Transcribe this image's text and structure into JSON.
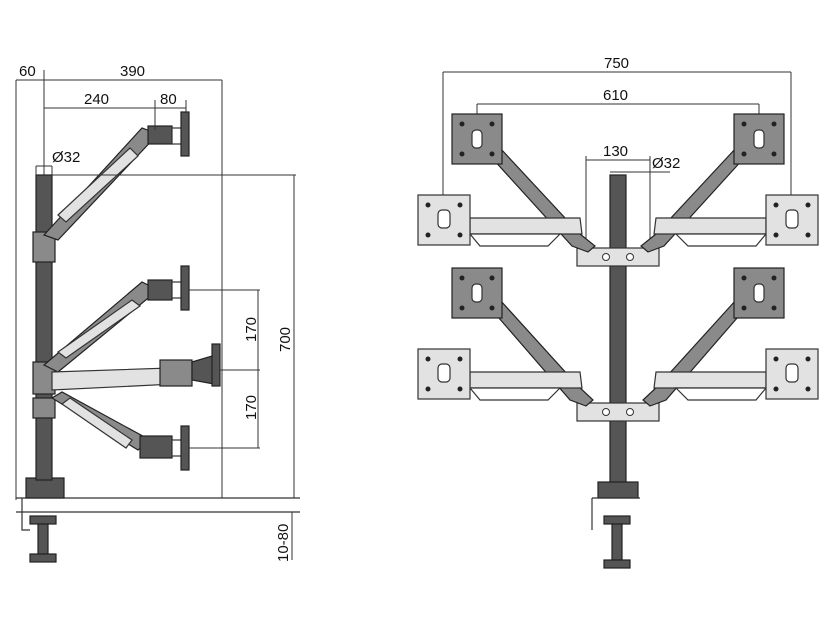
{
  "side_view": {
    "dims": {
      "offset": "60",
      "reach": "390",
      "arm": "240",
      "head": "80",
      "pole_diameter": "Ø32",
      "spacing_upper": "170",
      "spacing_lower": "170",
      "pole_height": "700",
      "desk_thickness": "10-80"
    }
  },
  "front_view": {
    "dims": {
      "outer_span": "750",
      "inner_span": "610",
      "bar_width": "130",
      "pole_diameter": "Ø32"
    }
  },
  "colors": {
    "pole": "#555555",
    "arm": "#8a8a8a",
    "plate": "#e2e2e2",
    "line": "#333333"
  }
}
